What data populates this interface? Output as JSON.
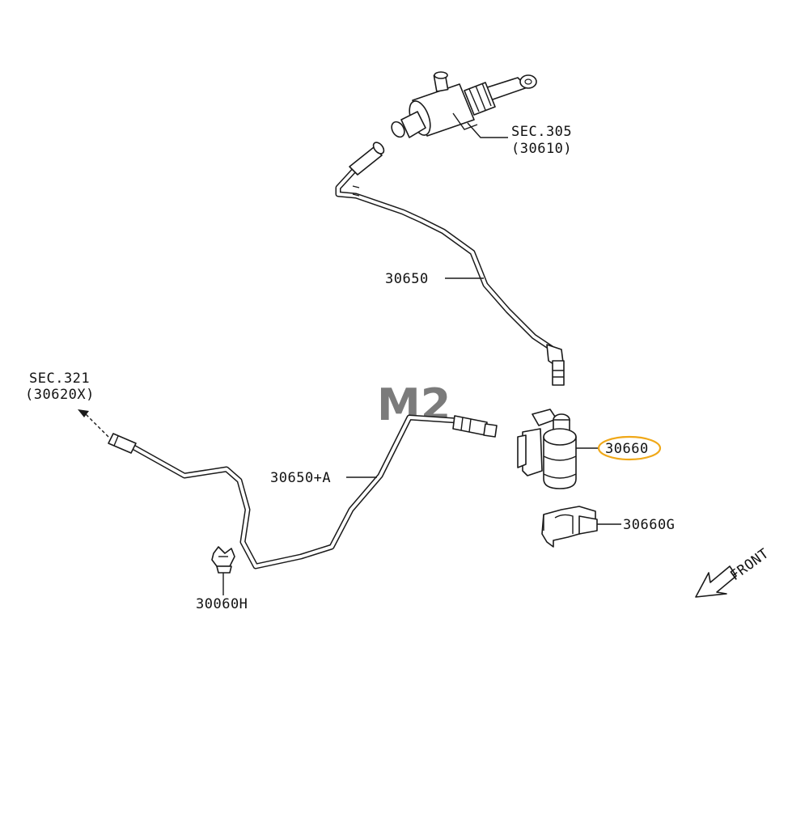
{
  "labels": {
    "sec305": "SEC.305",
    "sec305_ref": "(30610)",
    "sec321": "SEC.321",
    "sec321_ref": "(30620X)",
    "tube_upper": "30650",
    "tube_lower": "30650+A",
    "damper": "30660",
    "bracket": "30660G",
    "clip": "30060H",
    "front": "FRONT"
  },
  "watermark": "M2",
  "colors": {
    "highlight": "#f0a818",
    "line": "#1a1a1a",
    "watermark": "#c8c8c8"
  }
}
